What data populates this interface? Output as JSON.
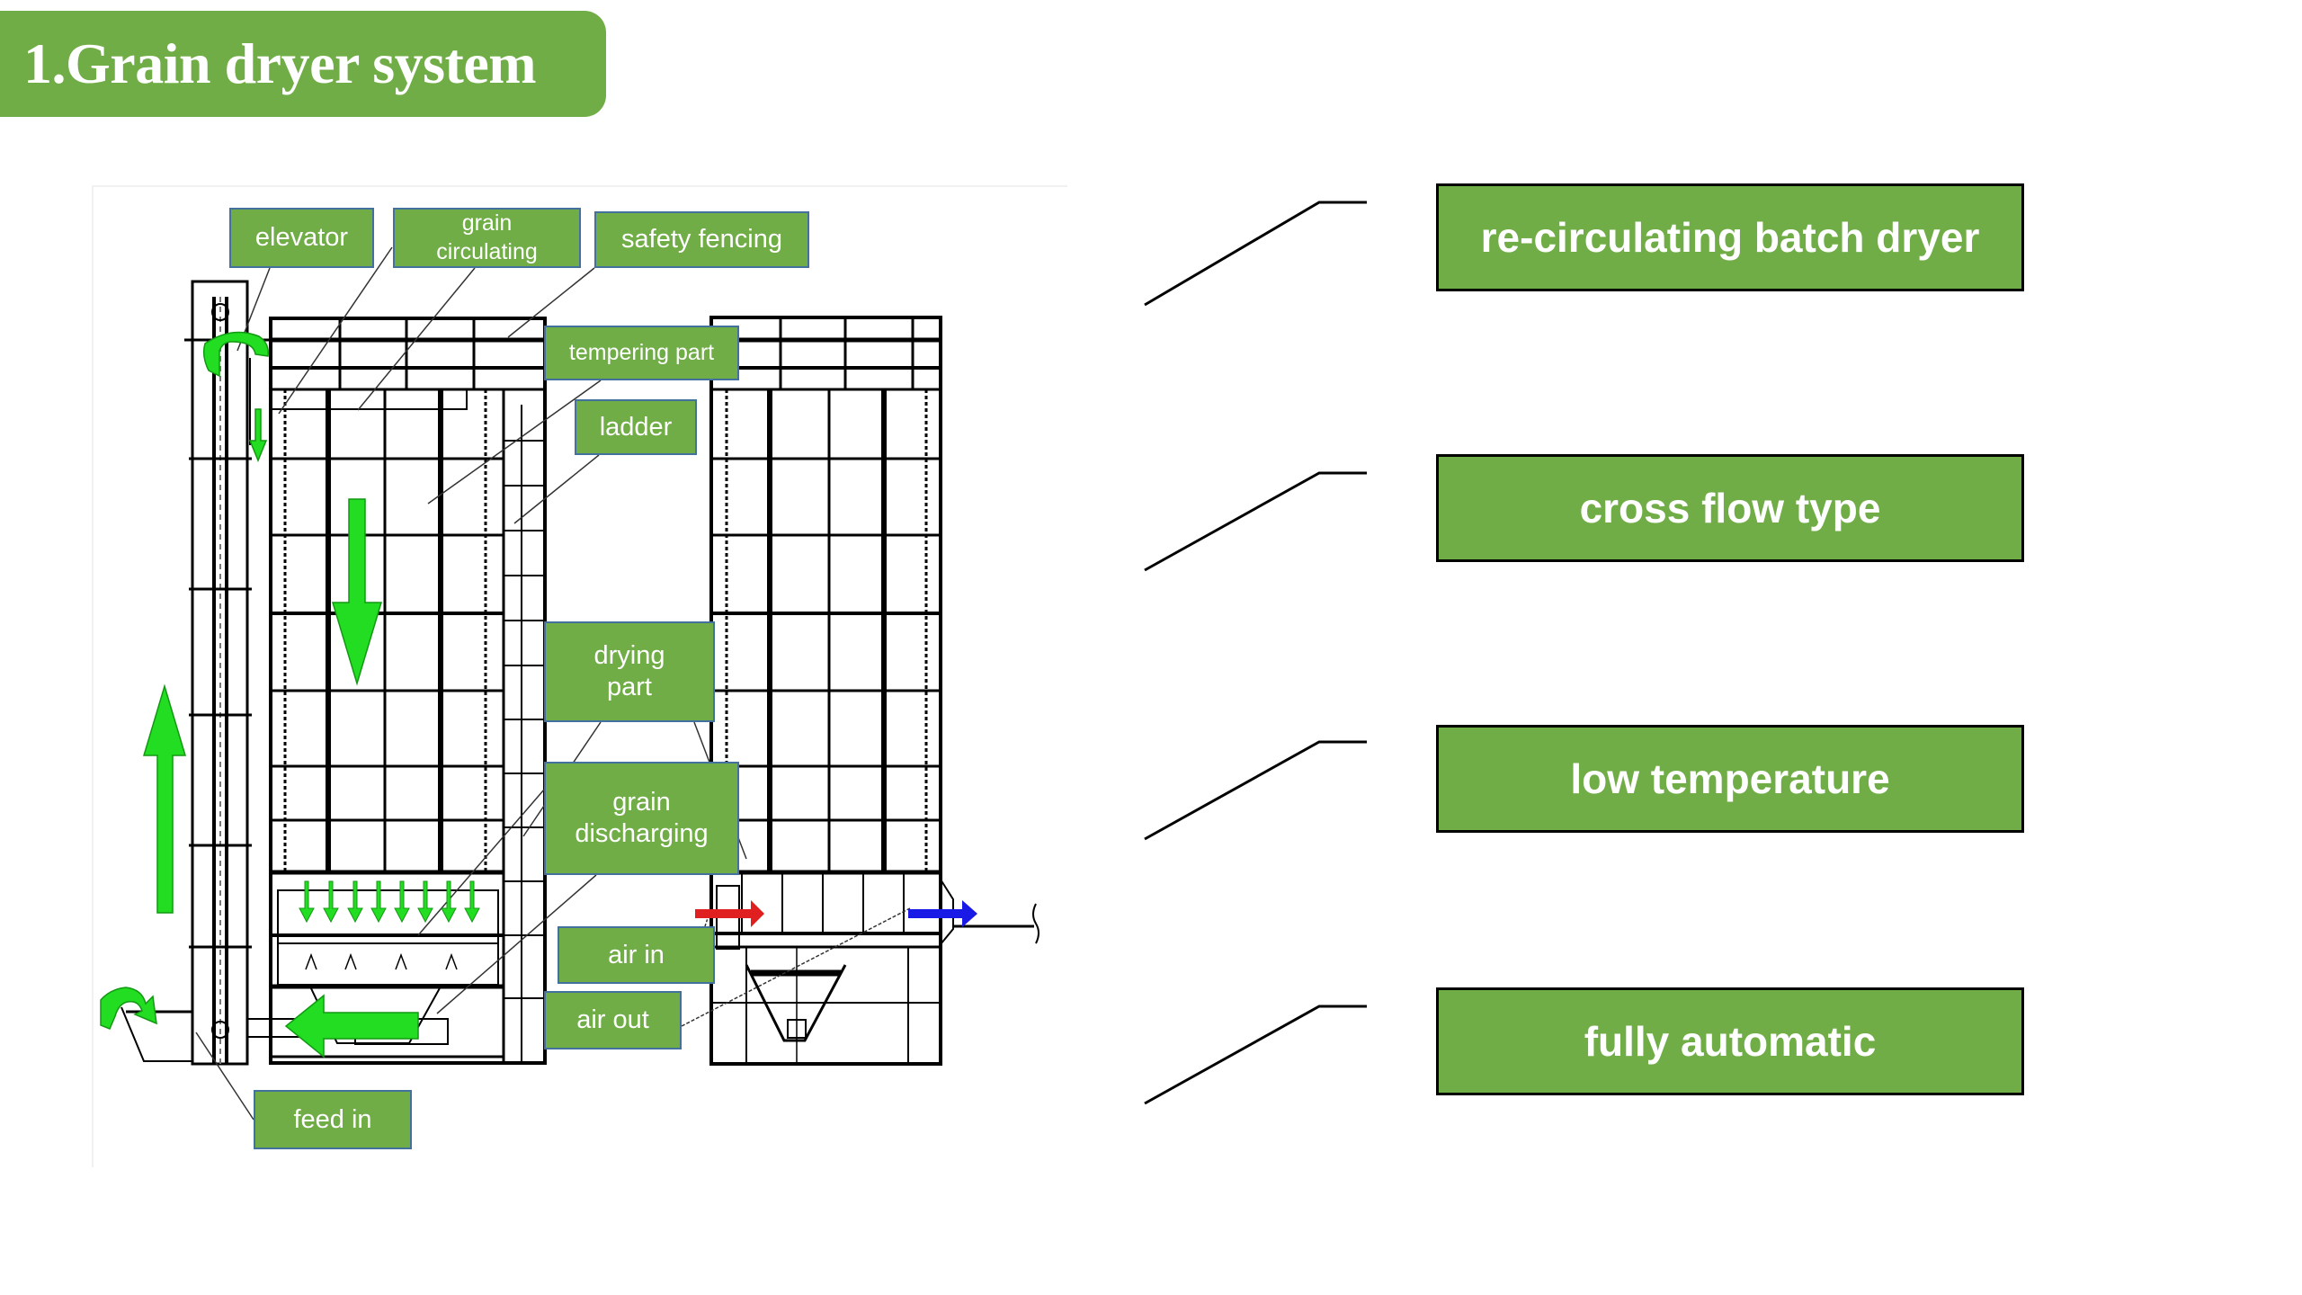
{
  "slide": {
    "title": "1.Grain dryer system"
  },
  "colors": {
    "brand_green": "#70AD47",
    "label_border": "#41719C",
    "flow_arrow_green": "#22DD22",
    "air_in_arrow": "#E02020",
    "air_out_arrow": "#1A1AE6"
  },
  "diagram": {
    "labels": {
      "elevator": "elevator",
      "grain_circulating": "grain circulating",
      "safety_fencing": "safety fencing",
      "tempering_part": "tempering part",
      "ladder": "ladder",
      "drying_part": "drying part",
      "grain_discharging": "grain discharging",
      "air_in": "air in",
      "air_out": "air out",
      "feed_in": "feed in"
    },
    "icons": [
      "grain-up-arrow-icon",
      "grain-down-arrow-icon",
      "discharge-arrows-icon",
      "discharge-left-arrow-icon",
      "air-in-arrow-icon",
      "air-out-arrow-icon",
      "feed-in-curved-arrow-icon",
      "elevator-top-curved-arrow-icon"
    ]
  },
  "features": [
    {
      "label": "re-circulating batch dryer"
    },
    {
      "label": "cross flow type"
    },
    {
      "label": "low temperature"
    },
    {
      "label": "fully automatic"
    }
  ]
}
